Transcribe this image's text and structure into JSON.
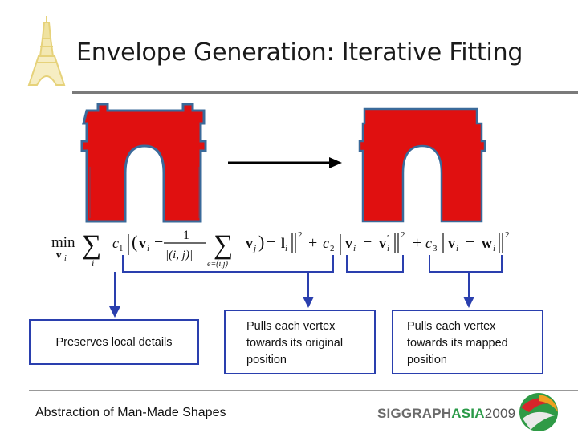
{
  "slide": {
    "title": "Envelope Generation: Iterative Fitting"
  },
  "boxes": [
    {
      "label": "Preserves local details"
    },
    {
      "line1": "Pulls each vertex",
      "line2": "towards its original",
      "line3": "position"
    },
    {
      "line1": "Pulls each vertex",
      "line2": "towards its mapped",
      "line3": "position"
    }
  ],
  "formula": {
    "min": "min",
    "sub_v": "v",
    "sub_i": "i",
    "sum_index": "i",
    "c1": "c",
    "frac_num": "1",
    "frac_den": "|(i, j)|",
    "sum2_index": "e=(i,j)",
    "c2": "c",
    "c3": "c",
    "sq": "2"
  },
  "footer": {
    "course_title": "Abstraction of Man-Made Shapes",
    "brand_main": "SIGGRAPH",
    "brand_region": "ASIA",
    "brand_year": "2009"
  },
  "colors": {
    "arch_fill": "#e01010",
    "arch_outline": "#3a6a9a",
    "box_border": "#2a3fae",
    "connector": "#2a3fae",
    "title_rule": "#7a7a7a"
  },
  "icons": {
    "logo_left": "eiffel-tower-icon",
    "logo_right": "siggraph-asia-swirl-icon"
  }
}
